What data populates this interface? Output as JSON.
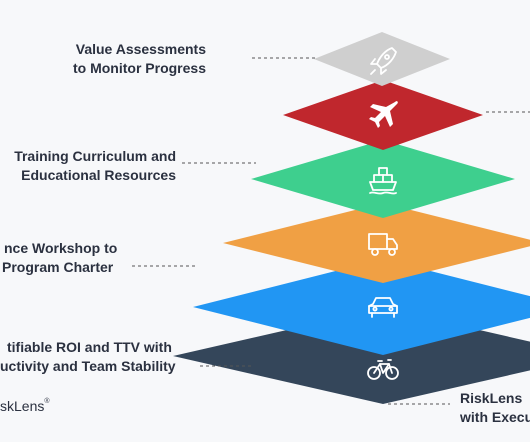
{
  "layers": [
    {
      "name": "layer-top",
      "color": "#cfcfcf",
      "icon": "rocket-icon"
    },
    {
      "name": "layer-2",
      "color": "#c0272d",
      "icon": "airplane-icon"
    },
    {
      "name": "layer-3",
      "color": "#3ecf8e",
      "icon": "ship-icon"
    },
    {
      "name": "layer-4",
      "color": "#f0a044",
      "icon": "truck-icon"
    },
    {
      "name": "layer-5",
      "color": "#2196f3",
      "icon": "car-icon"
    },
    {
      "name": "layer-bottom",
      "color": "#34465a",
      "icon": "bicycle-icon"
    }
  ],
  "labels": {
    "value_line1": "Value Assessments",
    "value_line2": "to Monitor Progress",
    "training_line1": "Training Curriculum and",
    "training_line2": "Educational Resources",
    "workshop_line1": "nce Workshop to",
    "workshop_line2": "Program Charter",
    "roi_line1": "tifiable ROI and TTV with",
    "roi_line2": "uctivity and Team Stability",
    "risklens_line1": "RiskLens",
    "risklens_line2": "with Execu"
  },
  "logo": {
    "text": "skLens",
    "mark": "®"
  }
}
